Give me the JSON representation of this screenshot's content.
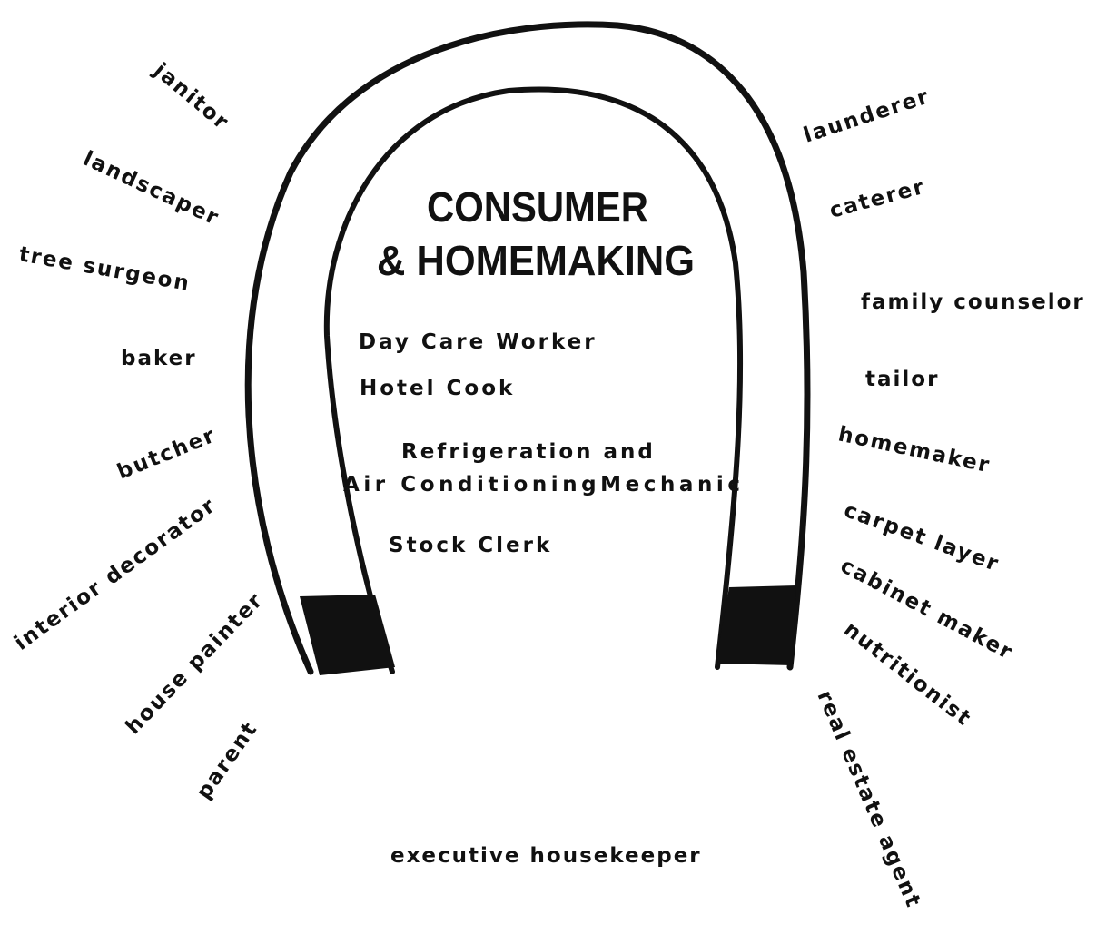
{
  "title": {
    "line1": "CONSUMER",
    "line2": "& HOMEMAKING"
  },
  "inner_jobs": [
    "Day Care Worker",
    "Hotel Cook",
    "Refrigeration and",
    "Air ConditioningMechanic",
    "Stock Clerk"
  ],
  "left_jobs": [
    "janitor",
    "landscaper",
    "tree surgeon",
    "baker",
    "butcher",
    "interior decorator",
    "house painter",
    "parent"
  ],
  "right_jobs": [
    "launderer",
    "caterer",
    "family counselor",
    "tailor",
    "homemaker",
    "carpet layer",
    "cabinet maker",
    "nutritionist",
    "real estate agent"
  ],
  "bottom_job": "executive housekeeper",
  "colors": {
    "ink": "#111111",
    "background": "#ffffff"
  }
}
